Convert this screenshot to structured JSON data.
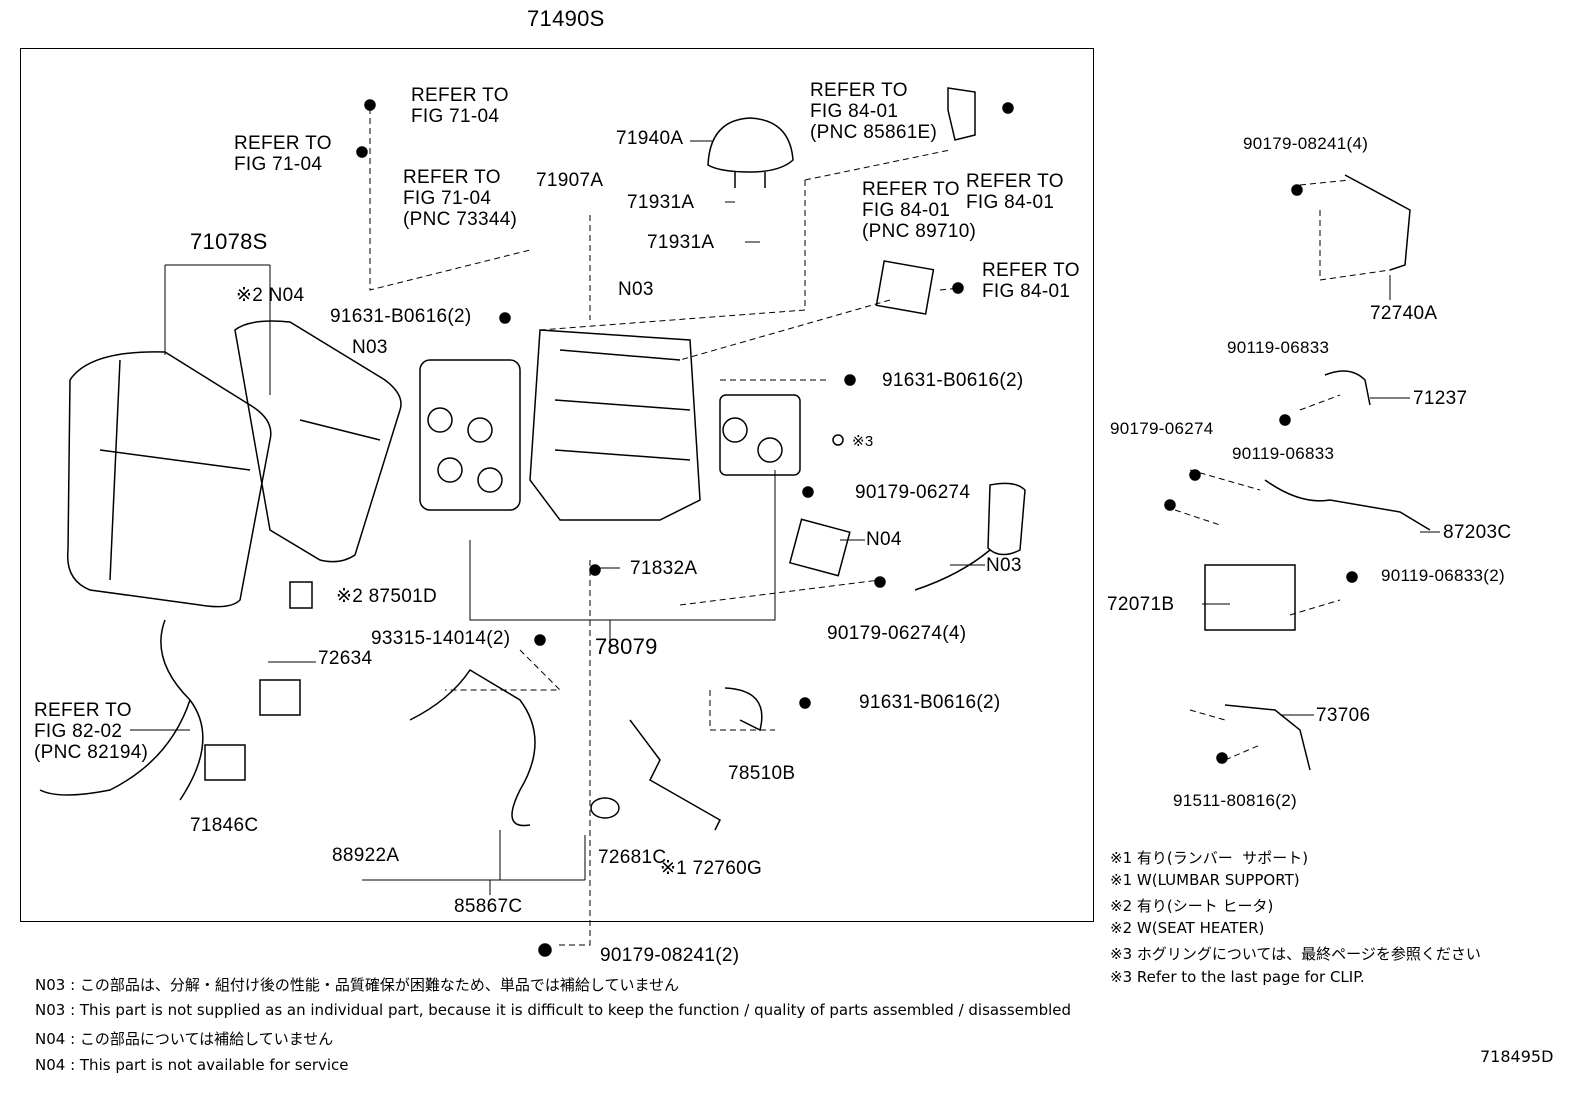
{
  "diagram_title": "71490S",
  "figure_code": "718495D",
  "labels": [
    "REFER TO\nFIG 71-04",
    "REFER TO\nFIG 71-04",
    "REFER TO\nFIG 71-04\n(PNC 73344)",
    "71940A",
    "71907A",
    "71931A",
    "71931A",
    "REFER TO\nFIG 84-01\n(PNC 85861E)",
    "REFER TO\nFIG 84-01",
    "REFER TO\nFIG 84-01\n(PNC 89710)",
    "REFER TO\nFIG 84-01",
    "71078S",
    "※2 N04",
    "N03",
    "91631-B0616(2)",
    "N03",
    "91631-B0616(2)",
    "※3",
    "90179-06274",
    "N04",
    "N03",
    "71832A",
    "※2 87501D",
    "90179-06274(4)",
    "78079",
    "93315-14014(2)",
    "72634",
    "REFER TO\nFIG 82-02\n(PNC 82194)",
    "91631-B0616(2)",
    "78510B",
    "71846C",
    "88922A",
    "72681C",
    "※1 72760G",
    "85867C",
    "90179-08241(2)",
    "90179-08241(4)",
    "72740A",
    "90119-06833",
    "71237",
    "90179-06274",
    "90119-06833",
    "87203C",
    "90119-06833(2)",
    "72071B",
    "73706",
    "91511-80816(2)"
  ],
  "legend_notes": [
    "※1 有り(ランバー  サポート)",
    "※1 W(LUMBAR SUPPORT)",
    "※2 有り(シート ヒータ)",
    "※2 W(SEAT HEATER)",
    "※3 ホグリングについては、最終ページを参照ください",
    "※3 Refer to the last page for CLIP."
  ],
  "footnotes": [
    "N03 : この部品は、分解・組付け後の性能・品質確保が困難なため、単品では補給していません",
    "N03 : This part is not supplied as an individual part, because it is difficult to keep the function / quality of parts assembled / disassembled",
    "N04 : この部品については補給していません",
    "N04 : This part is not available for service"
  ]
}
